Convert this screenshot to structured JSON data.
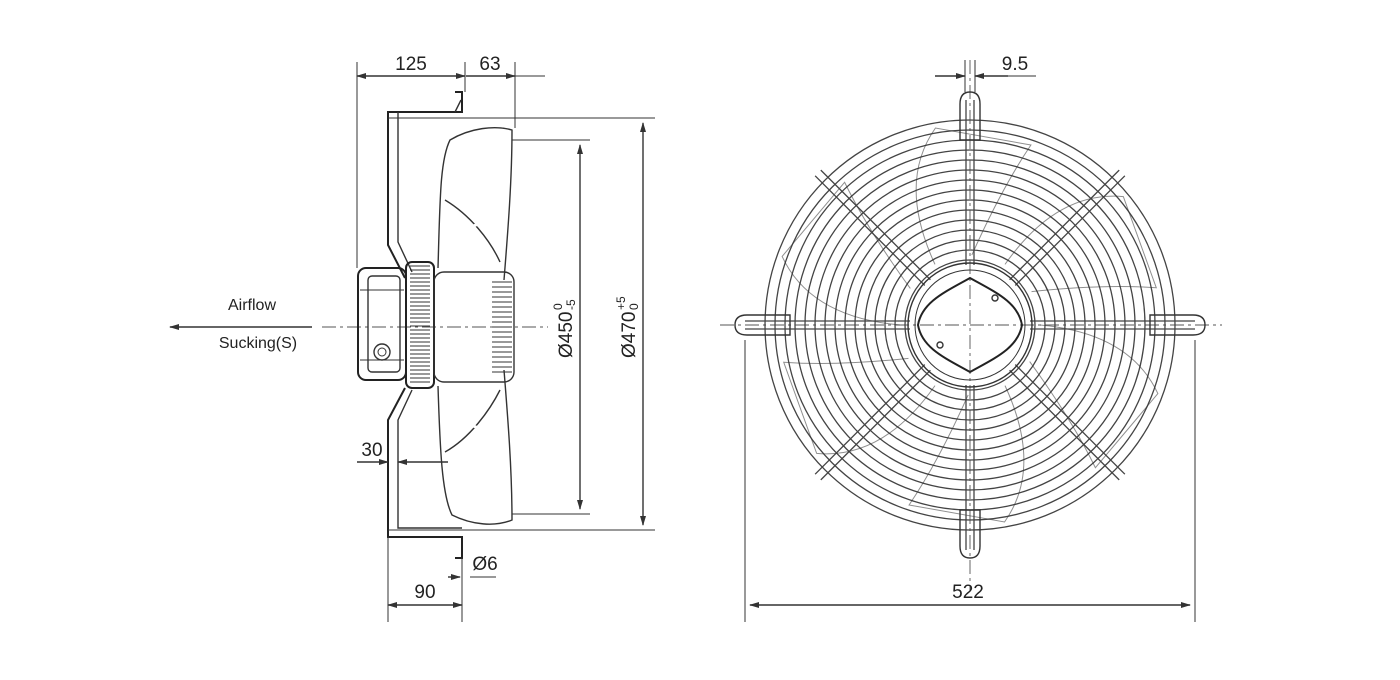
{
  "labels": {
    "airflow": "Airflow",
    "sucking": "Sucking(S)"
  },
  "dimensions": {
    "d125": "125",
    "d63": "63",
    "d30": "30",
    "d90": "90",
    "d6": "Ø6",
    "d9_5": "9.5",
    "d522": "522",
    "d450": "Ø450",
    "d450_tol_upper": "0",
    "d450_tol_lower": "-5",
    "d470": "Ø470",
    "d470_tol_upper": "+5",
    "d470_tol_lower": "0"
  },
  "colors": {
    "line": "#333333",
    "background": "#ffffff"
  }
}
